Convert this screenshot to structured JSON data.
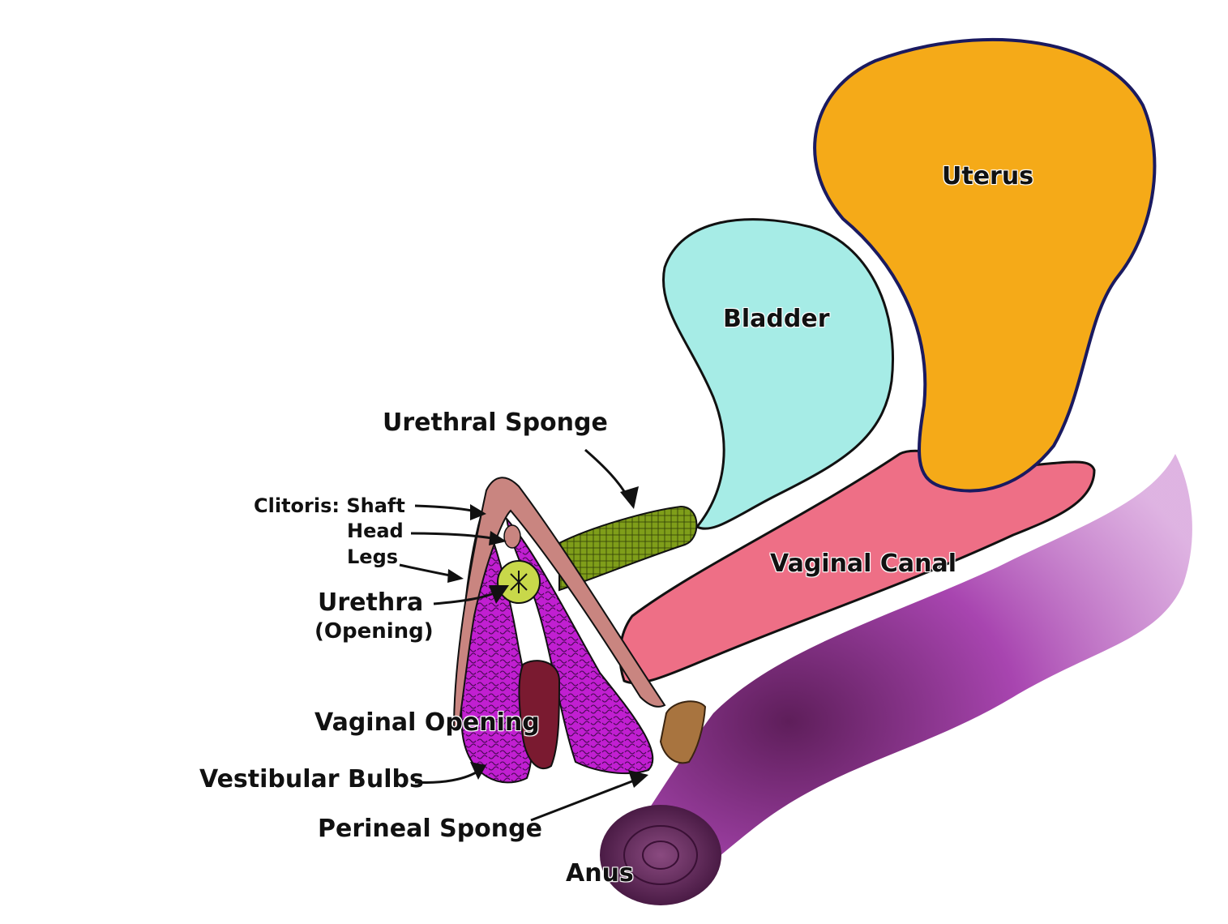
{
  "title": "Female pelvic anatomy (sagittal view)",
  "colors": {
    "uterus": "#f5aa18",
    "bladder": "#a6ece6",
    "vaginal_canal": "#ee6f86",
    "rectum": "#b34fb8",
    "vestibular_bulbs": "#c11fd1",
    "urethral_sponge": "#7f9e1a",
    "urethra": "#c8d84a",
    "clitoris": "#c98580",
    "vaginal_opening": "#7a1a30",
    "perineal_sponge": "#a8743f",
    "anus": "#6a2a5f",
    "outline": "#111111"
  },
  "labels": {
    "uterus": "Uterus",
    "bladder": "Bladder",
    "urethral_sponge": "Urethral Sponge",
    "vaginal_canal": "Vaginal Canal",
    "clitoris_shaft": "Clitoris: Shaft",
    "clitoris_head": "Head",
    "clitoris_legs": "Legs",
    "urethra": "Urethra",
    "urethra_sub": "(Opening)",
    "vaginal_opening": "Vaginal Opening",
    "vestibular_bulbs": "Vestibular Bulbs",
    "perineal_sponge": "Perineal Sponge",
    "anus": "Anus"
  }
}
